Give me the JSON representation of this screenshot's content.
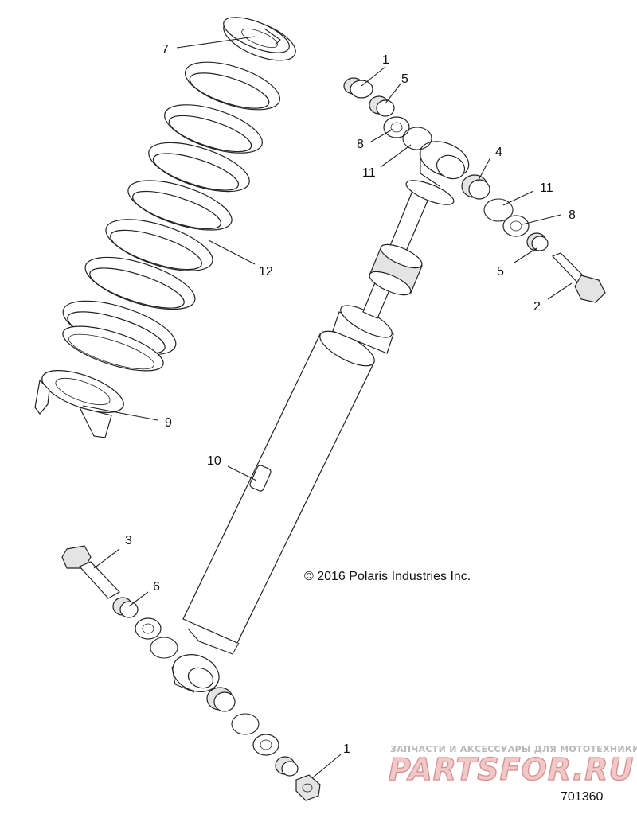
{
  "callouts": [
    {
      "id": "7",
      "text": "7"
    },
    {
      "id": "1a",
      "text": "1"
    },
    {
      "id": "5a",
      "text": "5"
    },
    {
      "id": "8a",
      "text": "8"
    },
    {
      "id": "11a",
      "text": "11"
    },
    {
      "id": "4",
      "text": "4"
    },
    {
      "id": "11b",
      "text": "11"
    },
    {
      "id": "8b",
      "text": "8"
    },
    {
      "id": "5b",
      "text": "5"
    },
    {
      "id": "2",
      "text": "2"
    },
    {
      "id": "12",
      "text": "12"
    },
    {
      "id": "9",
      "text": "9"
    },
    {
      "id": "10",
      "text": "10"
    },
    {
      "id": "3",
      "text": "3"
    },
    {
      "id": "6",
      "text": "6"
    },
    {
      "id": "1b",
      "text": "1"
    }
  ],
  "copyright": "© 2016 Polaris Industries Inc.",
  "part_number": "701360",
  "watermark": {
    "tagline": "ЗАПЧАСТИ И АКСЕССУАРЫ ДЛЯ МОТОТЕХНИКИ",
    "brand": "PARTSFOR.RU"
  }
}
